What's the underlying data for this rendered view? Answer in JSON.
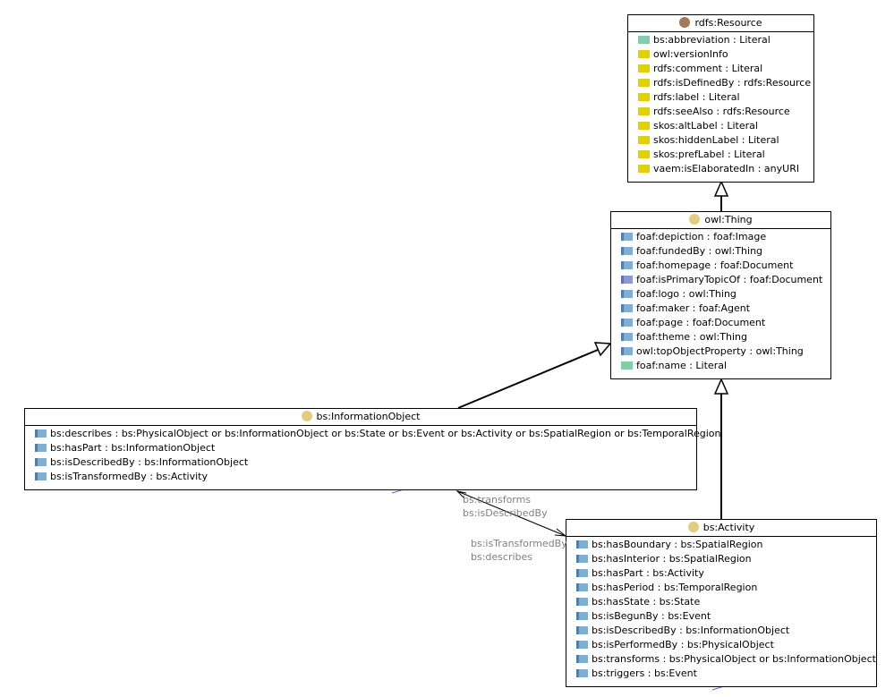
{
  "colors": {
    "resource_dot": "#a07a5a",
    "class_dot": "#e2cc80",
    "annotation": "#e4cf00",
    "datatype": "#7fd0aa",
    "object": "#7fb0d4",
    "inverse_functional": "#8c98d0",
    "edge_label": "#808080"
  },
  "classes": {
    "resource": {
      "title": "rdfs:Resource",
      "props": [
        {
          "label": "bs:abbreviation : Literal",
          "kind": "datatype"
        },
        {
          "label": "owl:versionInfo",
          "kind": "annotation"
        },
        {
          "label": "rdfs:comment : Literal",
          "kind": "annotation"
        },
        {
          "label": "rdfs:isDefinedBy : rdfs:Resource",
          "kind": "annotation"
        },
        {
          "label": "rdfs:label : Literal",
          "kind": "annotation"
        },
        {
          "label": "rdfs:seeAlso : rdfs:Resource",
          "kind": "annotation"
        },
        {
          "label": "skos:altLabel : Literal",
          "kind": "annotation"
        },
        {
          "label": "skos:hiddenLabel : Literal",
          "kind": "annotation"
        },
        {
          "label": "skos:prefLabel : Literal",
          "kind": "annotation"
        },
        {
          "label": "vaem:isElaboratedIn : anyURI",
          "kind": "annotation"
        }
      ]
    },
    "thing": {
      "title": "owl:Thing",
      "props": [
        {
          "label": "foaf:depiction : foaf:Image",
          "kind": "object"
        },
        {
          "label": "foaf:fundedBy : owl:Thing",
          "kind": "object"
        },
        {
          "label": "foaf:homepage : foaf:Document",
          "kind": "object"
        },
        {
          "label": "foaf:isPrimaryTopicOf : foaf:Document",
          "kind": "inverse_functional"
        },
        {
          "label": "foaf:logo : owl:Thing",
          "kind": "object"
        },
        {
          "label": "foaf:maker : foaf:Agent",
          "kind": "object"
        },
        {
          "label": "foaf:page : foaf:Document",
          "kind": "object"
        },
        {
          "label": "foaf:theme : owl:Thing",
          "kind": "object"
        },
        {
          "label": "owl:topObjectProperty : owl:Thing",
          "kind": "object"
        },
        {
          "label": "foaf:name : Literal",
          "kind": "datatype"
        }
      ]
    },
    "info": {
      "title": "bs:InformationObject",
      "props": [
        {
          "label": "bs:describes : bs:PhysicalObject or bs:InformationObject or bs:State or bs:Event or bs:Activity or bs:SpatialRegion or bs:TemporalRegion",
          "kind": "object"
        },
        {
          "label": "bs:hasPart : bs:InformationObject",
          "kind": "object"
        },
        {
          "label": "bs:isDescribedBy : bs:InformationObject",
          "kind": "object"
        },
        {
          "label": "bs:isTransformedBy : bs:Activity",
          "kind": "object"
        }
      ]
    },
    "activity": {
      "title": "bs:Activity",
      "props": [
        {
          "label": "bs:hasBoundary : bs:SpatialRegion",
          "kind": "object"
        },
        {
          "label": "bs:hasInterior : bs:SpatialRegion",
          "kind": "object"
        },
        {
          "label": "bs:hasPart : bs:Activity",
          "kind": "object"
        },
        {
          "label": "bs:hasPeriod : bs:TemporalRegion",
          "kind": "object"
        },
        {
          "label": "bs:hasState : bs:State",
          "kind": "object"
        },
        {
          "label": "bs:isBegunBy : bs:Event",
          "kind": "object"
        },
        {
          "label": "bs:isDescribedBy : bs:InformationObject",
          "kind": "object"
        },
        {
          "label": "bs:isPerformedBy : bs:PhysicalObject",
          "kind": "object"
        },
        {
          "label": "bs:transforms : bs:PhysicalObject or bs:InformationObject",
          "kind": "object"
        },
        {
          "label": "bs:triggers : bs:Event",
          "kind": "object"
        }
      ]
    }
  },
  "edge_labels": {
    "to_activity_1": "bs:transforms",
    "to_activity_2": "bs:isDescribedBy",
    "to_info_1": "bs:isTransformedBy",
    "to_info_2": "bs:describes"
  }
}
